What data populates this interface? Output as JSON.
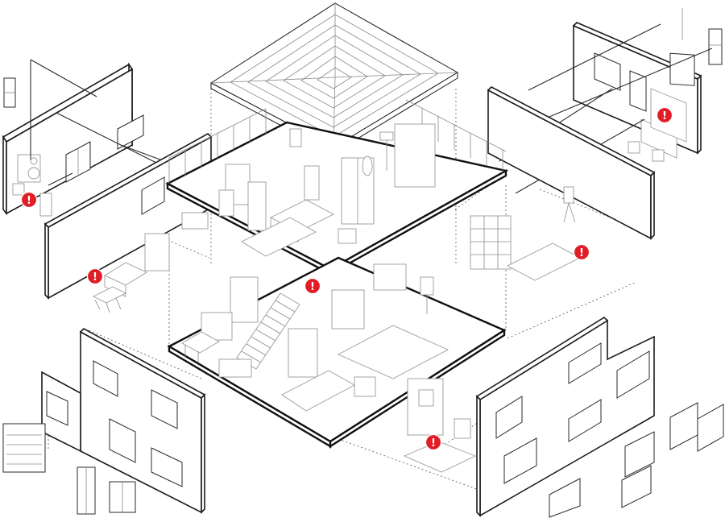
{
  "diagram": {
    "style": "exploded axonometric house drawing",
    "colors": {
      "line": "#1c1c1c",
      "thin_line": "#9a9a9a",
      "alert": "#e11d26",
      "background": "#ffffff"
    },
    "alert_markers": [
      {
        "id": "laundry",
        "symbol": "!"
      },
      {
        "id": "bedroom",
        "symbol": "!"
      },
      {
        "id": "crib",
        "symbol": "!"
      },
      {
        "id": "stairs",
        "symbol": "!"
      },
      {
        "id": "dining",
        "symbol": "!"
      },
      {
        "id": "living-room",
        "symbol": "!"
      }
    ],
    "icons": [
      "alert-icon"
    ]
  }
}
